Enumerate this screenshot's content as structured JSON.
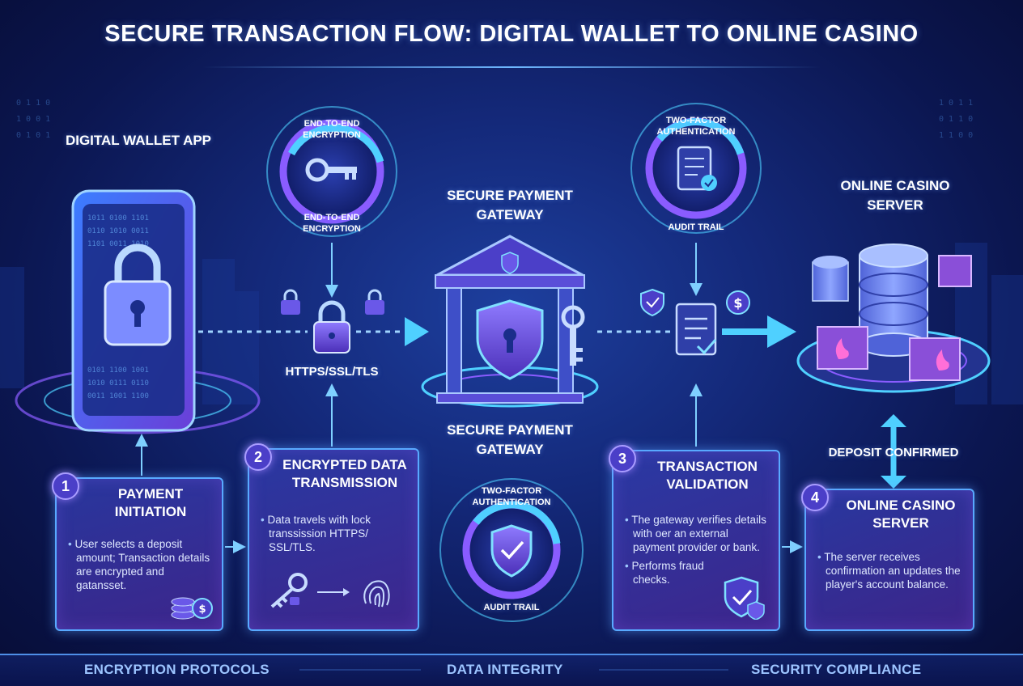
{
  "title": "SECURE TRANSACTION FLOW: DIGITAL WALLET TO ONLINE CASINO",
  "labels": {
    "wallet_app": "DIGITAL WALLET APP",
    "gateway_top": "SECURE PAYMENT GATEWAY",
    "gateway_bottom": "SECURE PAYMENT GATEWAY",
    "casino_server": "ONLINE CASINO SERVER",
    "https": "HTTPS/SSL/TLS",
    "deposit_confirmed": "DEPOSIT CONFIRMED"
  },
  "badges": {
    "encryption_ring_top": "END-TO-END ENCRYPTION",
    "encryption_ring_bottom": "END-TO-END ENCRYPTION",
    "auth_ring_top": "TWO-FACTOR AUTHENTICATION",
    "auth_ring_bottom": "AUDIT TRAIL",
    "mid_ring_top": "TWO-FACTOR AUTHENTICATION",
    "mid_ring_bottom": "AUDIT TRAIL"
  },
  "steps": [
    {
      "number": "1",
      "title": "PAYMENT INITIATION",
      "bullets": [
        "User selects a deposit amount; Transaction details are encrypted and gatansset."
      ]
    },
    {
      "number": "2",
      "title": "ENCRYPTED DATA TRANSMISSION",
      "bullets": [
        "Data travels with lock transsission HTTPS/ SSL/TLS."
      ]
    },
    {
      "number": "3",
      "title": "TRANSACTION VALIDATION",
      "bullets": [
        "The gateway verifies details with oer an external payment provider or bank.",
        "Performs fraud checks."
      ]
    },
    {
      "number": "4",
      "title": "ONLINE CASINO SERVER",
      "bullets": [
        "The server receives confirmation an updates the player's account balance."
      ]
    }
  ],
  "footer": {
    "left": "ENCRYPTION PROTOCOLS",
    "center": "DATA INTEGRITY",
    "right": "SECURITY COMPLIANCE"
  },
  "colors": {
    "accent": "#58a9ff",
    "purple": "#8a5cff",
    "glow": "#4fd0ff"
  }
}
